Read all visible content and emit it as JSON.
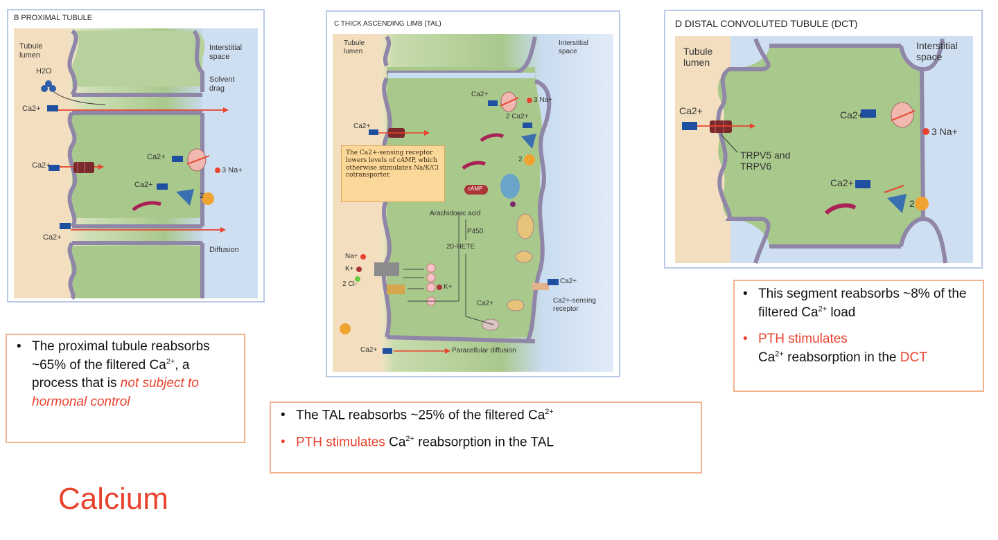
{
  "panels": {
    "b": {
      "title": "B  PROXIMAL TUBULE",
      "labels": {
        "lumen": "Tubule lumen",
        "interstitial": "Interstitial space",
        "water": "H2O",
        "solvent_drag": "Solvent drag",
        "diffusion": "Diffusion",
        "ca": "Ca2+",
        "na3": "3 Na+",
        "k2": "2"
      }
    },
    "c": {
      "title": "C  THICK ASCENDING LIMB (TAL)",
      "labels": {
        "lumen": "Tubule lumen",
        "interstitial": "Interstitial space",
        "ca": "Ca2+",
        "na3": "3 Na+",
        "ca2": "2 Ca2+",
        "two": "2",
        "callout": "The Ca2+-sensing receptor lowers levels of cAMP, which otherwise stimulates Na/K/Cl cotransporter.",
        "camp": "cAMP",
        "arachidonic": "Arachidonic acid",
        "p450": "P450",
        "hete": "20-HETE",
        "na": "Na+",
        "k": "K+",
        "cl2": "2 Cl-",
        "k_out": "K+",
        "ca_sensing": "Ca2+-sensing receptor",
        "paracellular": "Paracellular diffusion"
      }
    },
    "d": {
      "title": "D  DISTAL CONVOLUTED TUBULE (DCT)",
      "labels": {
        "lumen": "Tubule lumen",
        "interstitial": "Interstitial space",
        "ca": "Ca2+",
        "trpv": "TRPV5 and TRPV6",
        "na3": "3 Na+",
        "two": "2"
      }
    }
  },
  "notes": {
    "proximal": {
      "part1": "The proximal tubule reabsorbs ~65% of the filtered Ca",
      "sup": "2+",
      "part2": ", a process that is ",
      "emph": "not subject to hormonal control"
    },
    "tal": {
      "line1_text": "The TAL reabsorbs ~25% of the filtered Ca",
      "line1_sup": "2+",
      "line2_red": "PTH stimulates",
      "line2_text": " Ca",
      "line2_sup": "2+",
      "line2_rest": " reabsorption in the TAL"
    },
    "dct": {
      "line1_text": "This segment reabsorbs ~8% of the filtered Ca",
      "line1_sup": "2+",
      "line1_rest": " load",
      "line2_red": "PTH stimulates",
      "line2_text": "Ca",
      "line2_sup": "2+",
      "line2_mid": " reabsorption in the ",
      "line2_red2": "DCT"
    }
  },
  "heading": "Calcium",
  "colors": {
    "accent_red": "#e8432e",
    "panel_border": "#b9c9e6",
    "note_border": "#f0b38e",
    "cell_green": "#a9c88c",
    "lumen_tan": "#f3dfbf",
    "interstitial_blue": "#c9dbf0",
    "membrane": "#8f86a8",
    "ca_blue": "#1f4fa0"
  }
}
